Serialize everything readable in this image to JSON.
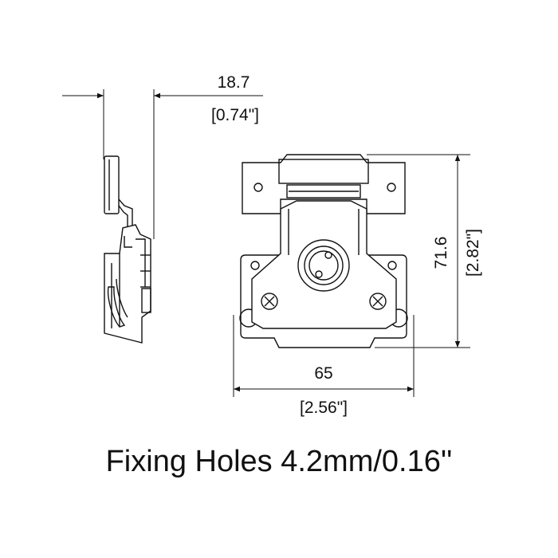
{
  "dimensions": {
    "side_width_mm": "18.7",
    "side_width_in": "[0.74\"]",
    "height_mm": "71.6",
    "height_in": "[2.82\"]",
    "width_mm": "65",
    "width_in": "[2.56\"]"
  },
  "caption": "Fixing Holes 4.2mm/0.16''"
}
